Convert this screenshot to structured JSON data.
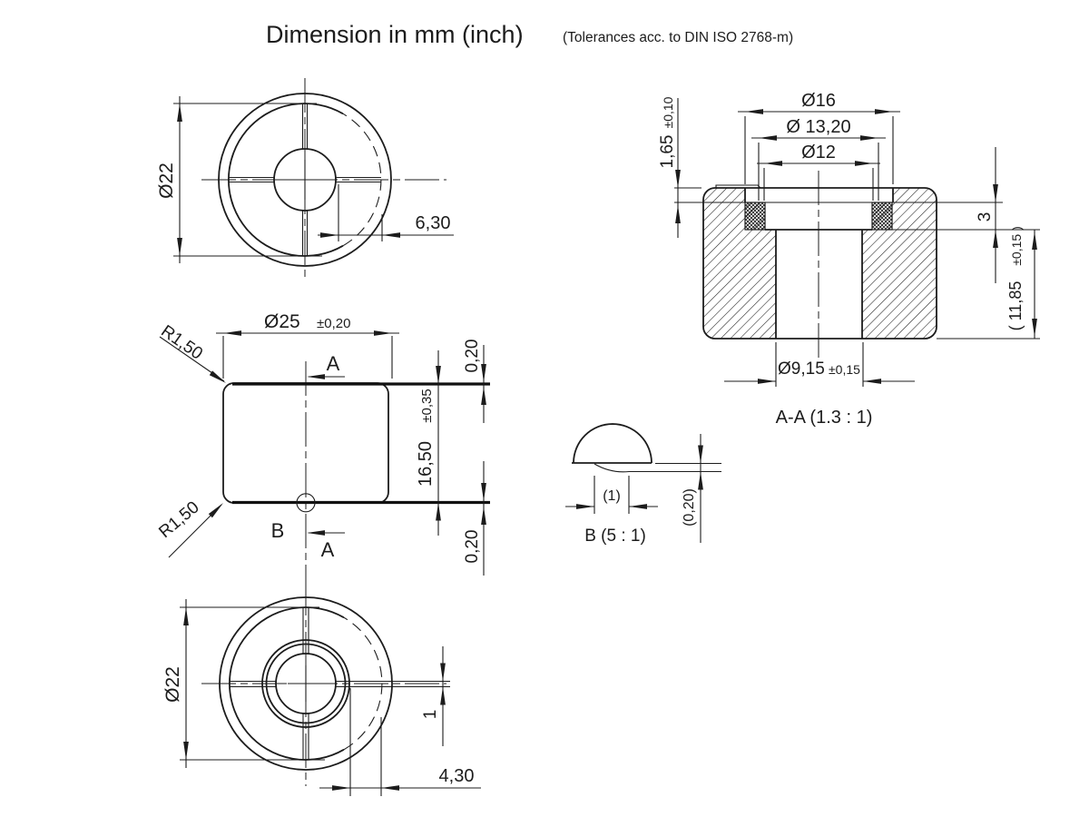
{
  "title": {
    "main": "Dimension in mm (inch)",
    "sub": "(Tolerances acc. to DIN ISO 2768-m)"
  },
  "drawing": {
    "top_view": {
      "diameter": "Ø22",
      "slot_offset": "6,30"
    },
    "front_view": {
      "outer_diameter": "Ø25",
      "outer_diameter_tol": "±0,20",
      "height": "16,50",
      "height_tol": "±0,35",
      "crown_top": "0,20",
      "crown_bottom": "0,20",
      "corner_radius_top": "R1,50",
      "corner_radius_bottom": "R1,50",
      "section_arrow_top": "A",
      "section_arrow_bottom": "A",
      "detail_marker": "B"
    },
    "bottom_view": {
      "diameter": "Ø22",
      "rib_width": "1",
      "offset": "4,30"
    },
    "section_view": {
      "caption": "A-A  (1.3 : 1)",
      "d16": "Ø16",
      "d13_2": "Ø 13,20",
      "d12": "Ø12",
      "lip_height": "1,65",
      "lip_height_tol": "±0,10",
      "recess_depth": "3",
      "bore_length": "( 11,85",
      "bore_length_tol": "±0,15 )",
      "hole_diameter": "Ø9,15",
      "hole_diameter_tol": "±0,15"
    },
    "detail_view": {
      "caption": "B  (5 : 1)",
      "width": "(1)",
      "crown_height": "(0,20)"
    }
  },
  "colors": {
    "line": "#1c1c1c",
    "background": "#ffffff"
  }
}
